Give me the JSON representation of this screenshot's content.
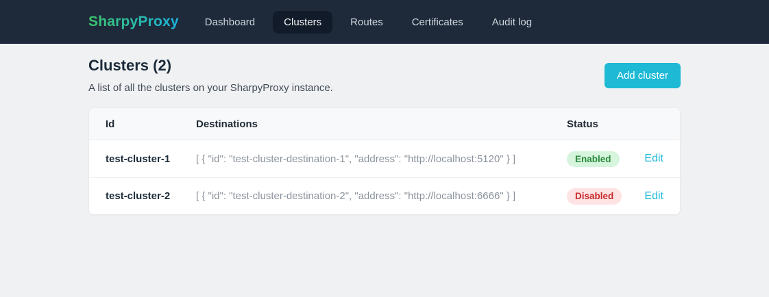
{
  "navbar": {
    "brand": "SharpyProxy",
    "items": [
      {
        "label": "Dashboard",
        "active": false
      },
      {
        "label": "Clusters",
        "active": true
      },
      {
        "label": "Routes",
        "active": false
      },
      {
        "label": "Certificates",
        "active": false
      },
      {
        "label": "Audit log",
        "active": false
      }
    ]
  },
  "page": {
    "title": "Clusters (2)",
    "subtitle": "A list of all the clusters on your SharpyProxy instance.",
    "add_button": "Add cluster"
  },
  "table": {
    "columns": {
      "id": "Id",
      "destinations": "Destinations",
      "status": "Status"
    },
    "rows": [
      {
        "id": "test-cluster-1",
        "destinations": "[ { \"id\": \"test-cluster-destination-1\", \"address\": \"http://localhost:5120\" } ]",
        "status": "Enabled",
        "action": "Edit"
      },
      {
        "id": "test-cluster-2",
        "destinations": "[ { \"id\": \"test-cluster-destination-2\", \"address\": \"http://localhost:6666\" } ]",
        "status": "Disabled",
        "action": "Edit"
      }
    ]
  },
  "colors": {
    "accent": "#1db9d5",
    "brand_gradient_start": "#3bc46a",
    "brand_gradient_end": "#1db4e0",
    "navbar_bg": "#1e2a3a",
    "navbar_active_bg": "#121b29",
    "status_enabled_bg": "#d6f5dc",
    "status_enabled_text": "#2b8a3e",
    "status_disabled_bg": "#fde3e3",
    "status_disabled_text": "#c92a2a"
  }
}
